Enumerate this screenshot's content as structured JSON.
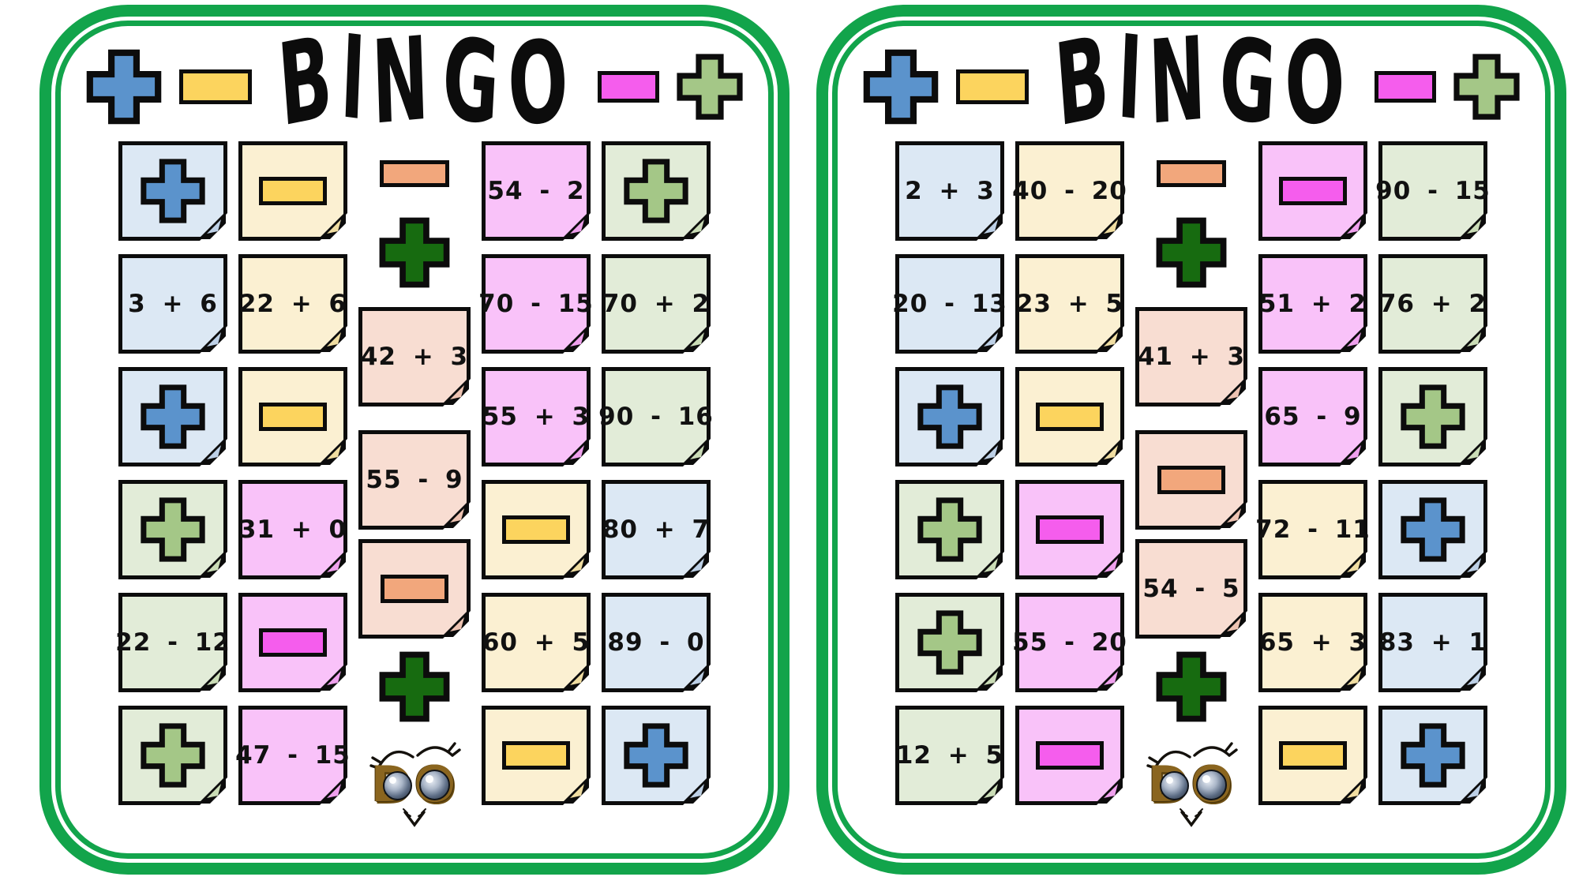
{
  "palette": {
    "border": "#12a44b",
    "ink": "#0c0c0c",
    "note_blue": "#dce8f4",
    "icon_blue": "#5b93cc",
    "note_yellow": "#fbf0d2",
    "icon_yellow": "#fcd45e",
    "note_pink": "#f9c2f9",
    "icon_pink": "#f55ded",
    "note_green": "#e2ecd8",
    "icon_green": "#a4c787",
    "note_salmon": "#f8ddd2",
    "icon_orange": "#f2a77c",
    "plus_dark": "#176b10",
    "fold_blue": "#bdd0e6",
    "fold_yellow": "#f0dda1",
    "fold_pink": "#efa0ed",
    "fold_green": "#cadcb6",
    "fold_salmon": "#eec3b2"
  },
  "cards": [
    {
      "title": "BINGO",
      "header": {
        "icons": [
          "plus-blue",
          "minus-yellow",
          "minus-magenta",
          "plus-green"
        ]
      },
      "columns": [
        {
          "cells": [
            {
              "type": "icon",
              "shape": "plus",
              "color": "blue"
            },
            {
              "type": "expr",
              "label": "3 + 6",
              "color": "blue"
            },
            {
              "type": "icon",
              "shape": "plus",
              "color": "blue"
            },
            {
              "type": "icon",
              "shape": "plus",
              "color": "green"
            },
            {
              "type": "expr",
              "label": "22 - 12",
              "color": "green"
            },
            {
              "type": "icon",
              "shape": "plus",
              "color": "green"
            }
          ]
        },
        {
          "cells": [
            {
              "type": "icon",
              "shape": "minus",
              "color": "yellow"
            },
            {
              "type": "expr",
              "label": "22 + 6",
              "color": "yellow"
            },
            {
              "type": "icon",
              "shape": "minus",
              "color": "yellow"
            },
            {
              "type": "expr",
              "label": "31 + 0",
              "color": "pink"
            },
            {
              "type": "icon",
              "shape": "minus",
              "color": "pink"
            },
            {
              "type": "expr",
              "label": "47 - 15",
              "color": "pink"
            }
          ]
        },
        {
          "cells": [
            {
              "type": "expr",
              "label": "54 - 2",
              "color": "pink"
            },
            {
              "type": "expr",
              "label": "70 - 15",
              "color": "pink"
            },
            {
              "type": "expr",
              "label": "55 + 3",
              "color": "pink"
            },
            {
              "type": "icon",
              "shape": "minus",
              "color": "yellow"
            },
            {
              "type": "expr",
              "label": "60 + 5",
              "color": "yellow"
            },
            {
              "type": "icon",
              "shape": "minus",
              "color": "yellow"
            }
          ]
        },
        {
          "cells": [
            {
              "type": "icon",
              "shape": "plus",
              "color": "green"
            },
            {
              "type": "expr",
              "label": "70 + 2",
              "color": "green"
            },
            {
              "type": "expr",
              "label": "90 - 16",
              "color": "green"
            },
            {
              "type": "expr",
              "label": "80 + 7",
              "color": "blue"
            },
            {
              "type": "expr",
              "label": "89 - 0",
              "color": "blue"
            },
            {
              "type": "icon",
              "shape": "plus",
              "color": "blue"
            }
          ]
        }
      ],
      "middle": [
        {
          "type": "bar"
        },
        {
          "type": "plus"
        },
        {
          "type": "note",
          "label": "42 + 3"
        },
        {
          "type": "note",
          "label": "55 - 9"
        },
        {
          "type": "note-bar"
        },
        {
          "type": "plus"
        },
        {
          "type": "logo",
          "label": "DO"
        }
      ]
    },
    {
      "title": "BINGO",
      "header": {
        "icons": [
          "plus-blue",
          "minus-yellow",
          "minus-magenta",
          "plus-green"
        ]
      },
      "columns": [
        {
          "cells": [
            {
              "type": "expr",
              "label": "2 + 3",
              "color": "blue"
            },
            {
              "type": "expr",
              "label": "20 - 13",
              "color": "blue"
            },
            {
              "type": "icon",
              "shape": "plus",
              "color": "blue"
            },
            {
              "type": "icon",
              "shape": "plus",
              "color": "green"
            },
            {
              "type": "icon",
              "shape": "plus",
              "color": "green"
            },
            {
              "type": "expr",
              "label": "12 + 5",
              "color": "green"
            }
          ]
        },
        {
          "cells": [
            {
              "type": "expr",
              "label": "40 - 20",
              "color": "yellow"
            },
            {
              "type": "expr",
              "label": "23 + 5",
              "color": "yellow"
            },
            {
              "type": "icon",
              "shape": "minus",
              "color": "yellow"
            },
            {
              "type": "icon",
              "shape": "minus",
              "color": "pink"
            },
            {
              "type": "expr",
              "label": "55 - 20",
              "color": "pink"
            },
            {
              "type": "icon",
              "shape": "minus",
              "color": "pink"
            }
          ]
        },
        {
          "cells": [
            {
              "type": "icon",
              "shape": "minus",
              "color": "pink"
            },
            {
              "type": "expr",
              "label": "51 + 2",
              "color": "pink"
            },
            {
              "type": "expr",
              "label": "65 - 9",
              "color": "pink"
            },
            {
              "type": "expr",
              "label": "72 - 11",
              "color": "yellow"
            },
            {
              "type": "expr",
              "label": "65 + 3",
              "color": "yellow"
            },
            {
              "type": "icon",
              "shape": "minus",
              "color": "yellow"
            }
          ]
        },
        {
          "cells": [
            {
              "type": "expr",
              "label": "90 - 15",
              "color": "green"
            },
            {
              "type": "expr",
              "label": "76 + 2",
              "color": "green"
            },
            {
              "type": "icon",
              "shape": "plus",
              "color": "green"
            },
            {
              "type": "icon",
              "shape": "plus",
              "color": "blue"
            },
            {
              "type": "expr",
              "label": "83 + 1",
              "color": "blue"
            },
            {
              "type": "icon",
              "shape": "plus",
              "color": "blue"
            }
          ]
        }
      ],
      "middle": [
        {
          "type": "bar"
        },
        {
          "type": "plus"
        },
        {
          "type": "note",
          "label": "41 + 3"
        },
        {
          "type": "note-bar"
        },
        {
          "type": "note",
          "label": "54 - 5"
        },
        {
          "type": "plus"
        },
        {
          "type": "logo",
          "label": "DO"
        }
      ]
    }
  ]
}
